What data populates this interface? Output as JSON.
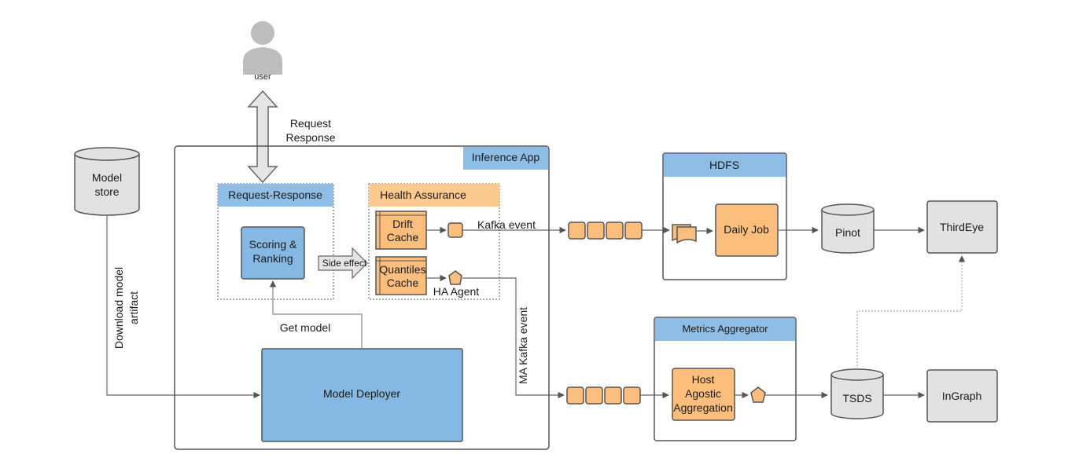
{
  "user": {
    "label": "user"
  },
  "request_response_label": [
    "Request",
    "Response"
  ],
  "model_store": {
    "label": [
      "Model",
      "store"
    ]
  },
  "download_label": [
    "Download model",
    "artifact"
  ],
  "inference_app": {
    "title": "Inference App"
  },
  "request_response_group": {
    "title": "Request-Response"
  },
  "scoring_ranking": {
    "label": [
      "Scoring &",
      "Ranking"
    ]
  },
  "side_effect_label": "Side effect",
  "health_assurance": {
    "title": "Health Assurance"
  },
  "drift_cache": {
    "label": [
      "Drift",
      "Cache"
    ]
  },
  "quantiles_cache": {
    "label": [
      "Quantiles",
      "Cache"
    ]
  },
  "ha_agent_label": "HA Agent",
  "kafka_event_label": "Kafka event",
  "ma_kafka_event_label": "MA Kafka event",
  "get_model_label": "Get model",
  "model_deployer": {
    "label": "Model Deployer"
  },
  "hdfs": {
    "title": "HDFS"
  },
  "daily_job": {
    "label": "Daily Job"
  },
  "pinot": {
    "label": "Pinot"
  },
  "thirdeye": {
    "label": "ThirdEye"
  },
  "metrics_aggregator": {
    "title": "Metrics Aggregator"
  },
  "host_agg": {
    "label": [
      "Host",
      "Agostic",
      "Aggregation"
    ]
  },
  "tsds": {
    "label": "TSDS"
  },
  "ingraph": {
    "label": "InGraph"
  },
  "colors": {
    "blue_fill": "#85b8e3",
    "blue_header": "#8ebde6",
    "orange_fill": "#fcbe7c",
    "orange_header": "#fcc98e",
    "gray_fill": "#e2e2e2",
    "stroke": "#555555",
    "line": "#666666"
  }
}
